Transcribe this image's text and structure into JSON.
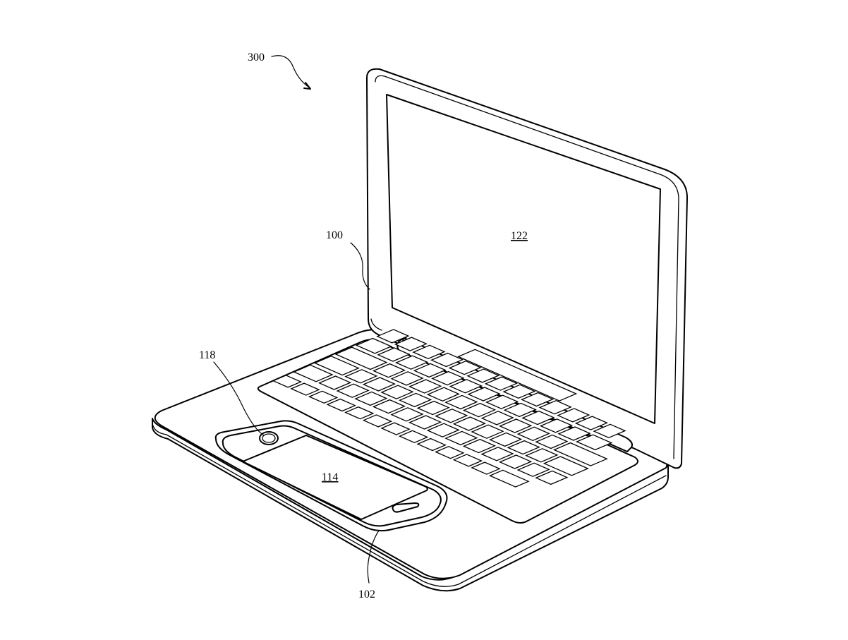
{
  "figure": {
    "labels": {
      "assembly": "300",
      "laptop": "100",
      "display": "122",
      "button": "118",
      "phone_screen": "114",
      "phone": "102"
    }
  }
}
